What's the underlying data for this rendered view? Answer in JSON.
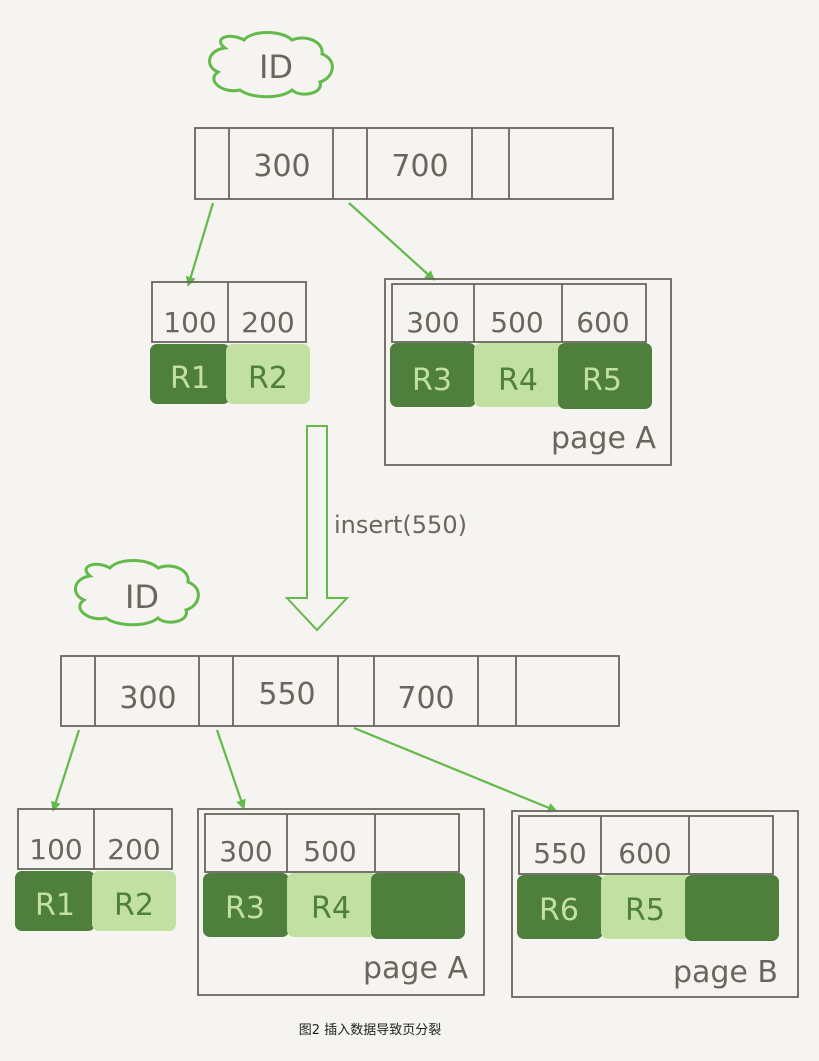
{
  "top": {
    "id_label": "ID",
    "root_keys": [
      "300",
      "700"
    ],
    "left_leaf": {
      "keys": [
        "100",
        "200"
      ],
      "rows": [
        "R1",
        "R2"
      ]
    },
    "right_leaf": {
      "keys": [
        "300",
        "500",
        "600"
      ],
      "rows": [
        "R3",
        "R4",
        "R5"
      ],
      "page_label": "page A"
    }
  },
  "operation": "insert(550)",
  "bottom": {
    "id_label": "ID",
    "root_keys": [
      "300",
      "550",
      "700"
    ],
    "leaf1": {
      "keys": [
        "100",
        "200"
      ],
      "rows": [
        "R1",
        "R2"
      ]
    },
    "leaf2": {
      "keys": [
        "300",
        "500"
      ],
      "rows": [
        "R3",
        "R4"
      ],
      "page_label": "page A"
    },
    "leaf3": {
      "keys": [
        "550",
        "600"
      ],
      "rows": [
        "R6",
        "R5"
      ],
      "page_label": "page B"
    }
  },
  "caption": "图2 插入数据导致页分裂",
  "colors": {
    "dark_green": "#4e7f3d",
    "light_green": "#c3e0a3",
    "arrow_green": "#63b94a",
    "box_stroke": "#6b655d"
  }
}
